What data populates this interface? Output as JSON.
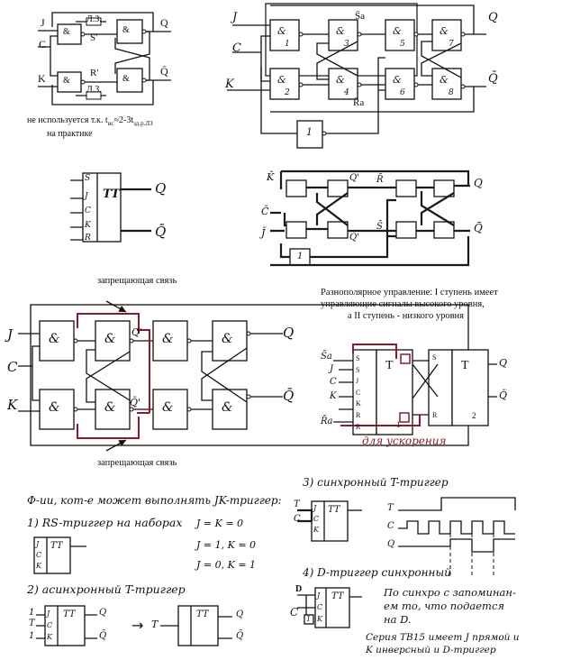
{
  "colors": {
    "ink": "#111111",
    "accent_red": "#8b1a2b",
    "hatch": "#555555"
  },
  "d1": {
    "inputs": [
      "J",
      "C",
      "K"
    ],
    "outputs": [
      "Q",
      "Q̄"
    ],
    "gate": "&",
    "delay_labels": [
      "Л.З.",
      "Л.З."
    ],
    "internal": [
      "S'",
      "R'"
    ],
    "note_line1": "не используется т.к. t",
    "note_sub1": "ис",
    "note_mid": "≈2-3t",
    "note_sub2": "зд.р.ЛЗ",
    "note_line2": "на практике"
  },
  "d2": {
    "inputs": [
      "J",
      "C",
      "K"
    ],
    "outputs": [
      "Q",
      "Q̄"
    ],
    "gates": [
      "&",
      "&",
      "&",
      "&",
      "&",
      "&",
      "&",
      "&",
      "1"
    ],
    "gate_nums": [
      "1",
      "2",
      "3",
      "4",
      "5",
      "6",
      "7",
      "8"
    ],
    "marks": [
      "S̄a",
      "R̄a"
    ]
  },
  "d3": {
    "label": "TT",
    "pins": [
      "S",
      "J",
      "C",
      "K",
      "R"
    ],
    "outputs": [
      "Q",
      "Q̄"
    ]
  },
  "d4": {
    "inputs": [
      "K̄",
      "C̄",
      "J̄"
    ],
    "labels": [
      "Q'",
      "Q̄'",
      "R̄",
      "S̄",
      "Q",
      "Q̄"
    ],
    "gate": "1"
  },
  "d5": {
    "inputs": [
      "J",
      "C",
      "K"
    ],
    "outputs": [
      "Q",
      "Q̄"
    ],
    "gate": "&",
    "mid_labels": [
      "Q'",
      "Q̄'"
    ],
    "top_note": "запрещающая связь",
    "bottom_note": "запрещающая связь"
  },
  "d6": {
    "title_lines": [
      "Разнополярное управление: I ступень имеет",
      "управляющие сигналы высокого уровня,",
      "а II ступень - низкого уровня"
    ],
    "left_inputs": [
      "S̄a",
      "J",
      "C",
      "K",
      "R̄a"
    ],
    "pins_left": [
      "S",
      "S",
      "J",
      "C",
      "K",
      "R",
      "R"
    ],
    "block_label": "T",
    "stage_nums": [
      "1",
      "2"
    ],
    "pins_right": [
      "S",
      "R"
    ],
    "outputs": [
      "Q",
      "Q̄"
    ],
    "red_caption": "для ускорения"
  },
  "d7": {
    "heading": "Ф-ии, кот-е может выполнять JK-триггер:",
    "item1": "1) RS-триггер на наборах",
    "eq1": "J = K = 0",
    "eq2": "J = 1, K = 0",
    "eq3": "J = 0, K = 1",
    "item2": "2) асинхронный T-триггер",
    "tt": "TT",
    "pins": [
      "J",
      "C",
      "K"
    ],
    "ones": [
      "1",
      "1"
    ],
    "t_in": "T",
    "arrow": "→",
    "outs": [
      "Q",
      "Q̄"
    ]
  },
  "d8": {
    "item3": "3) синхронный T-триггер",
    "item4": "4) D-триггер синхронный",
    "note1": "По синхро с запоминан-",
    "note2": "ем то, что подается",
    "note3": "на D.",
    "note4": "Серия ТВ15 имеет J прямой и",
    "note5": "K инверсный и D-триггер",
    "tt": "TT",
    "pins": [
      "J",
      "C",
      "K"
    ],
    "sig_labels": [
      "T",
      "C",
      "Q"
    ],
    "d_label": "D",
    "c_label": "C",
    "inv": "1"
  }
}
